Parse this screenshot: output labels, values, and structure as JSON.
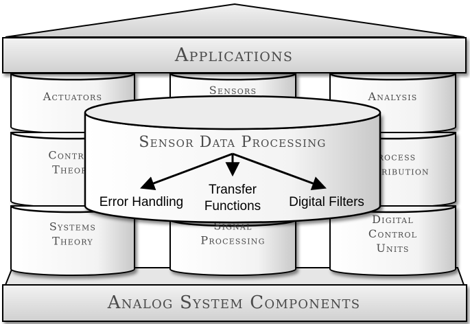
{
  "roof_label": "Applications",
  "base_label": "Analog System Components",
  "pillars": {
    "left": [
      "Actuators",
      "Control|Theory",
      "Systems|Theory"
    ],
    "center": [
      "Sensors",
      "Signal|Processing"
    ],
    "right": [
      "Analysis",
      "Process|Distribution",
      "Digital|Control|Units"
    ]
  },
  "core": {
    "title": "Sensor Data Processing",
    "items": [
      "Error Handling",
      "Transfer|Functions",
      "Digital Filters"
    ]
  },
  "colors": {
    "stroke": "#000000",
    "pillar_light": "#ffffff",
    "pillar_shade": "#cfcfcf",
    "label": "#4a4a4a"
  }
}
